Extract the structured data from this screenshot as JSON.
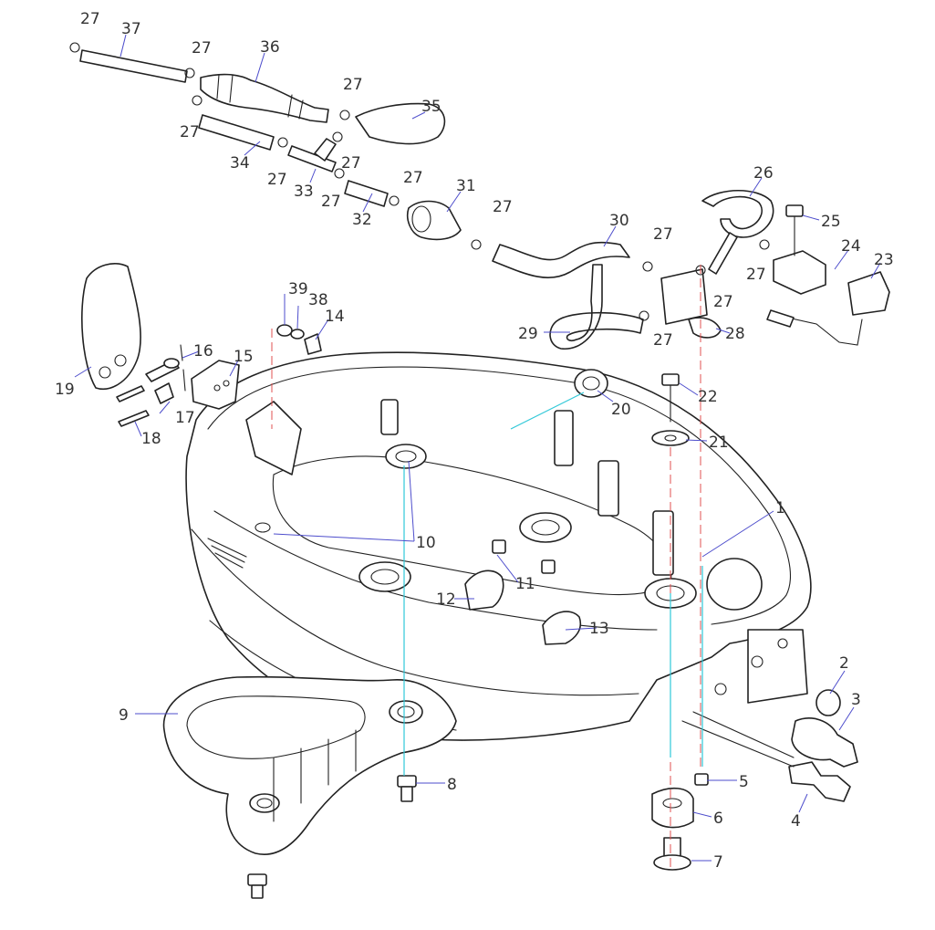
{
  "callouts": [
    {
      "label": "1"
    },
    {
      "label": "2"
    },
    {
      "label": "3"
    },
    {
      "label": "4"
    },
    {
      "label": "5"
    },
    {
      "label": "6"
    },
    {
      "label": "7"
    },
    {
      "label": "8"
    },
    {
      "label": "9"
    },
    {
      "label": "10"
    },
    {
      "label": "11"
    },
    {
      "label": "12"
    },
    {
      "label": "13"
    },
    {
      "label": "14"
    },
    {
      "label": "15"
    },
    {
      "label": "16"
    },
    {
      "label": "17"
    },
    {
      "label": "18"
    },
    {
      "label": "19"
    },
    {
      "label": "20"
    },
    {
      "label": "21"
    },
    {
      "label": "22"
    },
    {
      "label": "23"
    },
    {
      "label": "24"
    },
    {
      "label": "25"
    },
    {
      "label": "26"
    },
    {
      "label": "27"
    },
    {
      "label": "28"
    },
    {
      "label": "29"
    },
    {
      "label": "30"
    },
    {
      "label": "31"
    },
    {
      "label": "32"
    },
    {
      "label": "33"
    },
    {
      "label": "34"
    },
    {
      "label": "35"
    },
    {
      "label": "36"
    },
    {
      "label": "37"
    },
    {
      "label": "38"
    },
    {
      "label": "39"
    }
  ],
  "colors": {
    "line": "#222222",
    "leader": "#4d4dcc",
    "centerline": "#e05050",
    "alignment": "#30c8d8"
  }
}
